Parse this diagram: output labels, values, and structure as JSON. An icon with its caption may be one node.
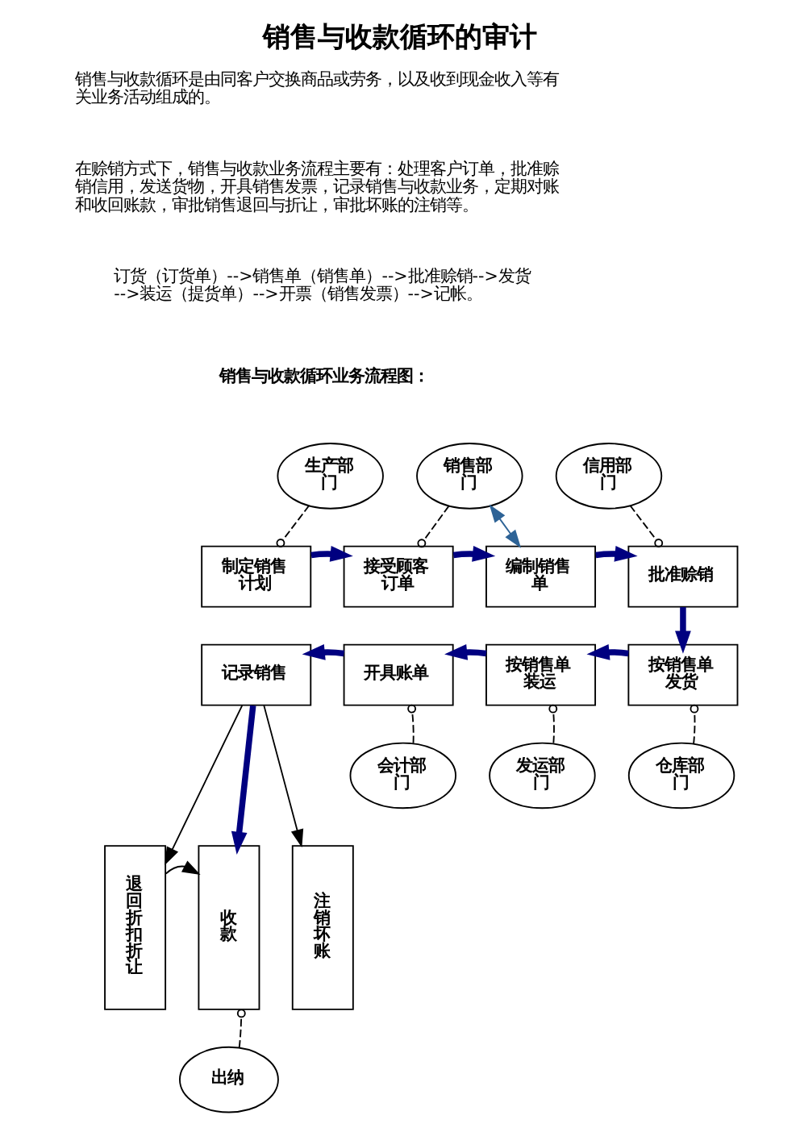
{
  "diagram": {
    "title": "销售与收款循环的审计",
    "nodes": [
      {
        "text": [
          "生产部门"
        ]
      },
      {
        "text": [
          "销售部门"
        ]
      },
      {
        "text": [
          "信用部门"
        ]
      },
      {
        "text": [
          "制定销售计划"
        ]
      },
      {
        "text": [
          "接受顾客订单"
        ]
      },
      {
        "text": [
          "编制销售单"
        ]
      },
      {
        "text": [
          "批准赊销"
        ]
      },
      {
        "text": [
          "记录销售"
        ]
      },
      {
        "text": [
          "开具账单"
        ]
      },
      {
        "text": [
          "按销售单装运"
        ]
      },
      {
        "text": [
          "按销售单发货"
        ]
      },
      {
        "text": [
          "会计部门"
        ]
      },
      {
        "text": [
          "发运部门"
        ]
      },
      {
        "text": [
          "仓库部门"
        ]
      },
      {
        "text": [
          "退回折扣折让"
        ]
      },
      {
        "text": [
          "收款"
        ]
      },
      {
        "text": [
          "注销坏账"
        ]
      },
      {
        "text": [
          "出纳"
        ]
      }
    ],
    "edges": [
      {
        "from": 0,
        "to": 3,
        "arrow": "other",
        "style": "dashed"
      },
      {
        "from": 1,
        "to": 4,
        "arrow": "other",
        "style": "dashed"
      },
      {
        "from": 2,
        "to": 6,
        "arrow": "other",
        "style": "dashed"
      },
      {
        "from": 1,
        "to": 5,
        "arrow": "both",
        "color": "#2e6396"
      },
      {
        "from": 3,
        "to": 4,
        "arrow": "to",
        "style": "thick",
        "color": "#000080"
      },
      {
        "from": 4,
        "to": 5,
        "arrow": "to",
        "style": "thick",
        "color": "#000080"
      },
      {
        "from": 5,
        "to": 6,
        "arrow": "to",
        "style": "thick",
        "color": "#000080"
      },
      {
        "from": 6,
        "to": 10,
        "arrow": "to",
        "style": "thick",
        "color": "#000080"
      },
      {
        "from": 10,
        "to": 9,
        "arrow": "to",
        "style": "thick",
        "color": "#000080"
      },
      {
        "from": 9,
        "to": 8,
        "arrow": "to",
        "style": "thick",
        "color": "#000080"
      },
      {
        "from": 8,
        "to": 7,
        "arrow": "to",
        "style": "thick",
        "color": "#000080"
      },
      {
        "from": 11,
        "to": 8,
        "arrow": "other",
        "style": "dashed"
      },
      {
        "from": 12,
        "to": 9,
        "arrow": "other",
        "style": "dashed"
      },
      {
        "from": 13,
        "to": 10,
        "arrow": "other",
        "style": "dashed"
      },
      {
        "from": 7,
        "to": 14,
        "arrow": "to"
      },
      {
        "from": 7,
        "to": 15,
        "arrow": "to",
        "style": "thick",
        "color": "#000080"
      },
      {
        "from": 7,
        "to": 16,
        "arrow": "to"
      },
      {
        "from": 14,
        "to": 15,
        "arrow": "to"
      },
      {
        "from": 17,
        "to": 15,
        "arrow": "other",
        "style": "dashed"
      }
    ],
    "labels": [
      "销售与收款循环是由同客户交换商品或劳务，以及收到现金收入等有关业务活动组成的。",
      "在赊销方式下，销售与收款业务流程主要有：处理客户订单，批准赊销信用，发送货物，开具销售发票，记录销售与收款业务，定期对账和收回账款，审批销售退回与折让，审批坏账的注销等。",
      "订货（订货单）-->销售单（销售单）-->批准赊销-->发货-->装运（提货单）-->开票（销售发票）-->记帐。",
      "销售与收款循环业务流程图："
    ]
  }
}
